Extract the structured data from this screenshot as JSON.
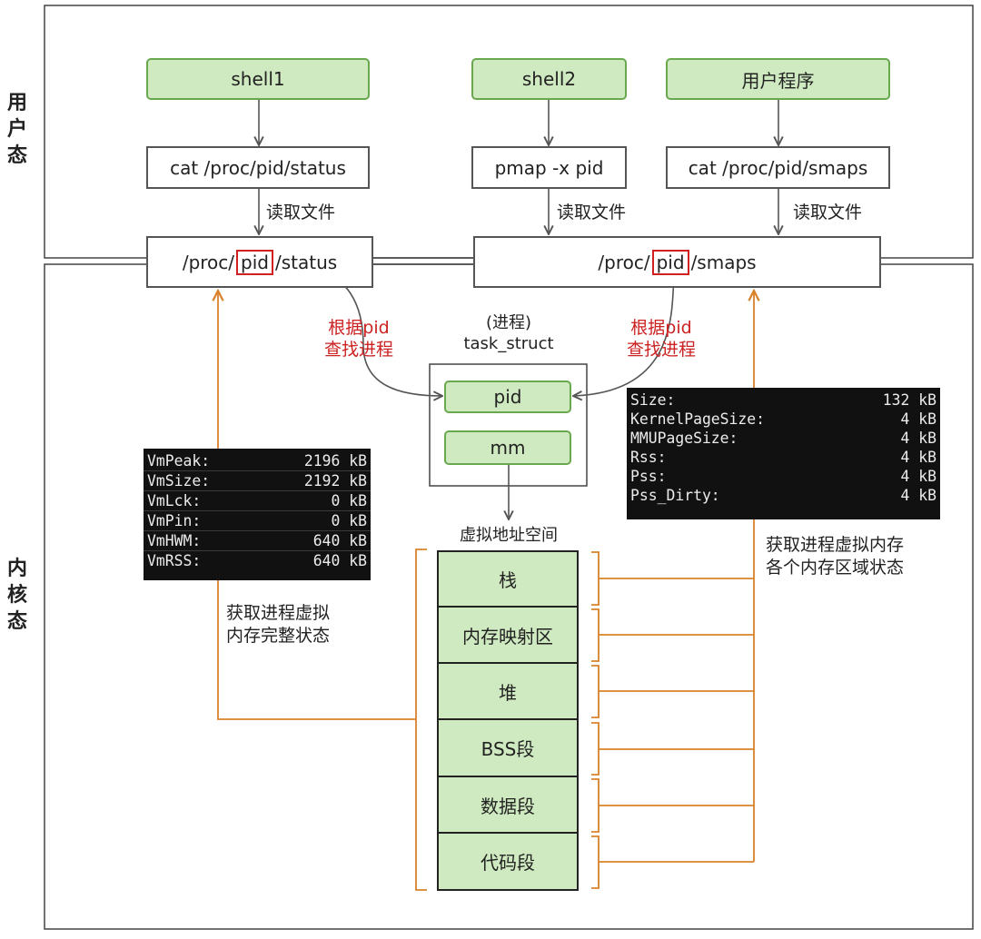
{
  "user_space_label": [
    "用",
    "户",
    "态"
  ],
  "kernel_space_label": [
    "内",
    "核",
    "态"
  ],
  "programs": {
    "shell1": "shell1",
    "shell2": "shell2",
    "user_program": "用户程序"
  },
  "commands": {
    "cat_status": "cat /proc/pid/status",
    "pmap": "pmap -x pid",
    "cat_smaps": "cat /proc/pid/smaps"
  },
  "read_file_label": "读取文件",
  "proc_status": {
    "prefix": "/proc/",
    "pid": "pid",
    "suffix": "/status"
  },
  "proc_smaps": {
    "prefix": "/proc/",
    "pid": "pid",
    "suffix": "/smaps"
  },
  "lookup_label": [
    "根据pid",
    "查找进程"
  ],
  "task_struct": {
    "caption_line1": "(进程)",
    "caption_line2": "task_struct",
    "pid": "pid",
    "mm": "mm"
  },
  "vaddr_label": "虚拟地址空间",
  "memory_regions": [
    "栈",
    "内存映射区",
    "堆",
    "BSS段",
    "数据段",
    "代码段"
  ],
  "status_terminal": [
    {
      "key": "VmPeak:",
      "value": "2196 kB"
    },
    {
      "key": "VmSize:",
      "value": "2192 kB"
    },
    {
      "key": "VmLck:",
      "value": "0 kB"
    },
    {
      "key": "VmPin:",
      "value": "0 kB"
    },
    {
      "key": "VmHWM:",
      "value": "640 kB"
    },
    {
      "key": "VmRSS:",
      "value": "640 kB"
    }
  ],
  "smaps_terminal": [
    {
      "key": "Size:",
      "value": "132 kB"
    },
    {
      "key": "KernelPageSize:",
      "value": "4 kB"
    },
    {
      "key": "MMUPageSize:",
      "value": "4 kB"
    },
    {
      "key": "Rss:",
      "value": "4 kB"
    },
    {
      "key": "Pss:",
      "value": "4 kB"
    },
    {
      "key": "Pss_Dirty:",
      "value": "4 kB"
    }
  ],
  "status_caption": [
    "获取进程虚拟",
    "内存完整状态"
  ],
  "smaps_caption": [
    "获取进程虚拟内存",
    "各个内存区域状态"
  ],
  "colors": {
    "green_fill": "#cfeac0",
    "green_border": "#6aa84f",
    "orange": "#d9822b",
    "red": "#cc2222"
  }
}
